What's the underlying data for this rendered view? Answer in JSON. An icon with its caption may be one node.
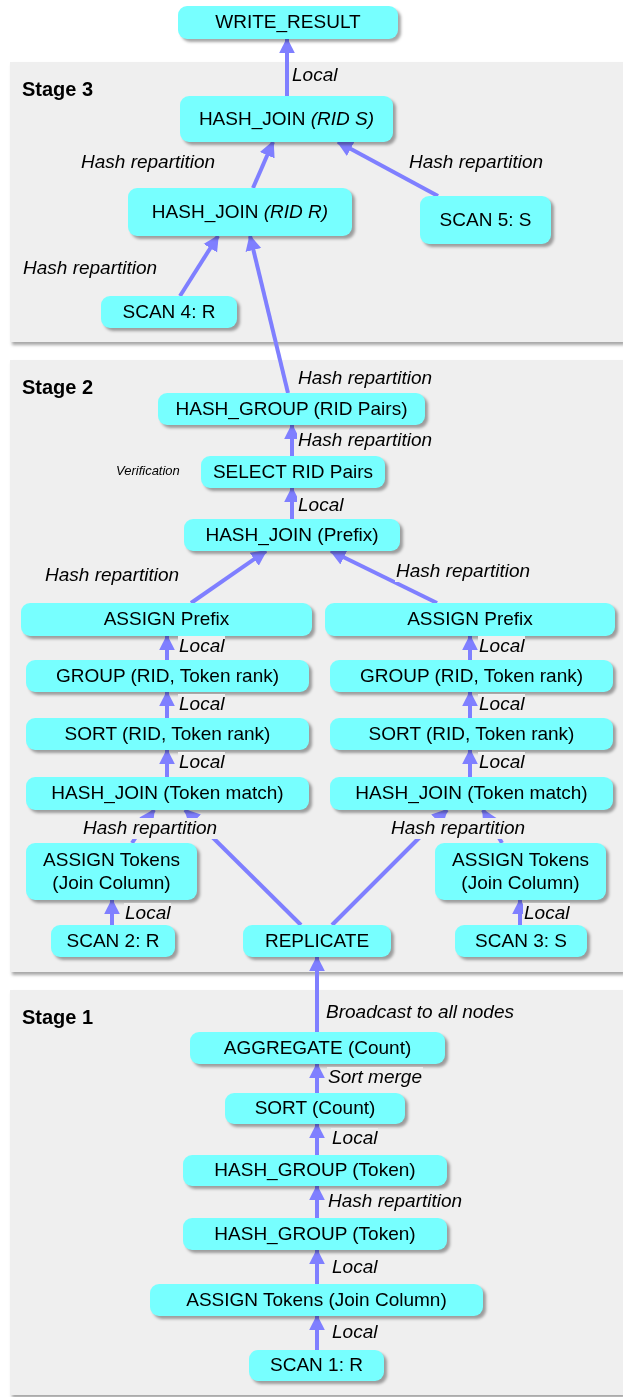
{
  "diagram": {
    "nodes": [
      {
        "text": [
          "WRITE_RESULT"
        ]
      },
      {
        "text": [
          "Stage 3"
        ]
      },
      {
        "text": [
          "HASH_JOIN *(RID S)*"
        ],
        "in": 1
      },
      {
        "text": [
          "HASH_JOIN *(RID R)*"
        ],
        "in": 1
      },
      {
        "text": [
          "SCAN 5: S"
        ],
        "in": 1
      },
      {
        "text": [
          "SCAN 4: R"
        ],
        "in": 1
      },
      {
        "text": [
          "Stage 2"
        ]
      },
      {
        "text": [
          "HASH_GROUP (RID Pairs)"
        ],
        "in": 6
      },
      {
        "text": [
          "SELECT RID Pairs"
        ],
        "in": 6,
        "beside": [
          "Verification"
        ]
      },
      {
        "text": [
          "HASH_JOIN (Prefix)"
        ],
        "in": 6
      },
      {
        "text": [
          "ASSIGN Prefix"
        ],
        "in": 6
      },
      {
        "text": [
          "ASSIGN Prefix"
        ],
        "in": 6
      },
      {
        "text": [
          "GROUP (RID, Token rank)"
        ],
        "in": 6
      },
      {
        "text": [
          "GROUP (RID, Token rank)"
        ],
        "in": 6
      },
      {
        "text": [
          "SORT (RID, Token rank)"
        ],
        "in": 6
      },
      {
        "text": [
          "SORT (RID, Token rank)"
        ],
        "in": 6
      },
      {
        "text": [
          "HASH_JOIN (Token match)"
        ],
        "in": 6
      },
      {
        "text": [
          "HASH_JOIN (Token match)"
        ],
        "in": 6
      },
      {
        "text": [
          "ASSIGN Tokens (Join Column)"
        ],
        "in": 6
      },
      {
        "text": [
          "ASSIGN Tokens (Join Column)"
        ],
        "in": 6
      },
      {
        "text": [
          "SCAN 2: R"
        ],
        "in": 6
      },
      {
        "text": [
          "REPLICATE"
        ],
        "in": 6
      },
      {
        "text": [
          "SCAN 3: S"
        ],
        "in": 6
      },
      {
        "text": [
          "Stage 1"
        ]
      },
      {
        "text": [
          "AGGREGATE (Count)"
        ],
        "in": 23
      },
      {
        "text": [
          "SORT (Count)"
        ],
        "in": 23
      },
      {
        "text": [
          "HASH_GROUP (Token)"
        ],
        "in": 23
      },
      {
        "text": [
          "HASH_GROUP (Token)"
        ],
        "in": 23
      },
      {
        "text": [
          "ASSIGN Tokens (Join Column)"
        ],
        "in": 23
      },
      {
        "text": [
          "SCAN 1: R"
        ],
        "in": 23
      }
    ],
    "edges": [
      {
        "from": 2,
        "to": 0,
        "arrow": "to",
        "label": "Local"
      },
      {
        "from": 3,
        "to": 2,
        "arrow": "to",
        "label": "Hash repartition"
      },
      {
        "from": 4,
        "to": 2,
        "arrow": "to",
        "label": "Hash repartition"
      },
      {
        "from": 5,
        "to": 3,
        "arrow": "to",
        "label": "Hash repartition"
      },
      {
        "from": 7,
        "to": 3,
        "arrow": "to",
        "label": "Hash repartition"
      },
      {
        "from": 8,
        "to": 7,
        "arrow": "to",
        "label": "Hash repartition"
      },
      {
        "from": 9,
        "to": 8,
        "arrow": "to",
        "label": "Local"
      },
      {
        "from": 10,
        "to": 9,
        "arrow": "to",
        "label": "Hash repartition"
      },
      {
        "from": 11,
        "to": 9,
        "arrow": "to",
        "label": "Hash repartition"
      },
      {
        "from": 12,
        "to": 10,
        "arrow": "to",
        "label": "Local"
      },
      {
        "from": 13,
        "to": 11,
        "arrow": "to",
        "label": "Local"
      },
      {
        "from": 14,
        "to": 12,
        "arrow": "to",
        "label": "Local"
      },
      {
        "from": 15,
        "to": 13,
        "arrow": "to",
        "label": "Local"
      },
      {
        "from": 16,
        "to": 14,
        "arrow": "to",
        "label": "Local"
      },
      {
        "from": 17,
        "to": 15,
        "arrow": "to",
        "label": "Local"
      },
      {
        "from": 18,
        "to": 16,
        "arrow": "to",
        "label": "Hash repartition"
      },
      {
        "from": 21,
        "to": 16,
        "arrow": "to"
      },
      {
        "from": 21,
        "to": 17,
        "arrow": "to"
      },
      {
        "from": 19,
        "to": 17,
        "arrow": "to",
        "label": "Hash repartition"
      },
      {
        "from": 20,
        "to": 18,
        "arrow": "to",
        "label": "Local"
      },
      {
        "from": 22,
        "to": 19,
        "arrow": "to",
        "label": "Local"
      },
      {
        "from": 24,
        "to": 21,
        "arrow": "to",
        "label": "Broadcast to all nodes"
      },
      {
        "from": 25,
        "to": 24,
        "arrow": "to",
        "label": "Sort merge"
      },
      {
        "from": 26,
        "to": 25,
        "arrow": "to",
        "label": "Local"
      },
      {
        "from": 27,
        "to": 26,
        "arrow": "to",
        "label": "Hash repartition"
      },
      {
        "from": 28,
        "to": 27,
        "arrow": "to",
        "label": "Local"
      },
      {
        "from": 29,
        "to": 28,
        "arrow": "to",
        "label": "Local"
      }
    ]
  }
}
